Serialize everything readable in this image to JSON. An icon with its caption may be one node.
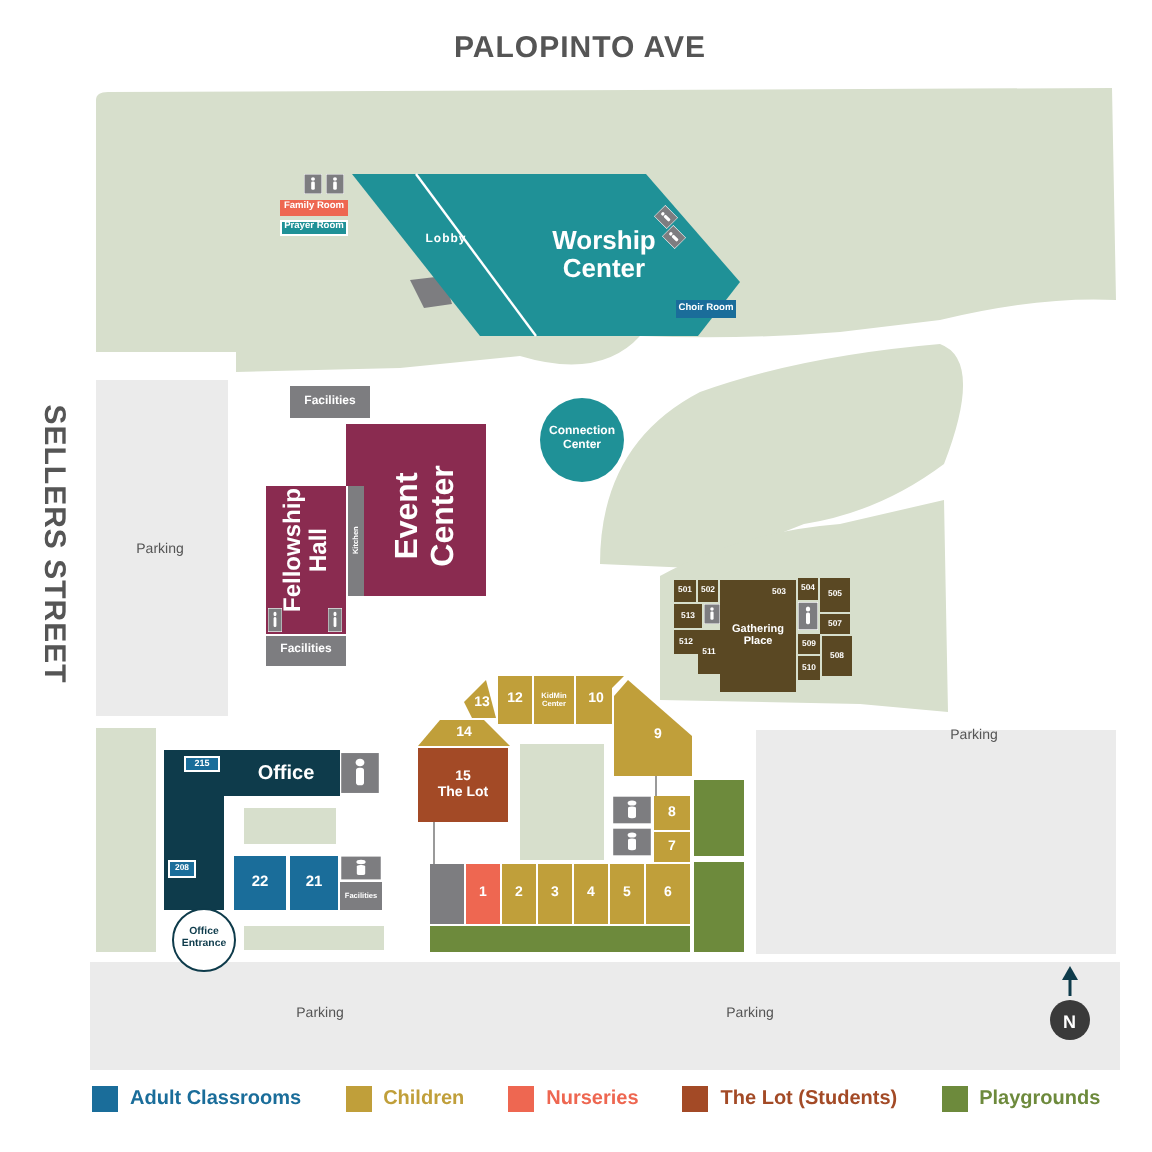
{
  "diagram": {
    "nodes": [
      {
        "text": [
          "Worship Center"
        ]
      },
      {
        "text": [
          "Family Room"
        ]
      },
      {
        "text": [
          "Prayer Room"
        ]
      },
      {
        "text": [
          "Choir Room"
        ],
        "in": 0
      },
      {
        "text": [
          "Facilities"
        ]
      },
      {
        "text": [
          "Connection Center"
        ]
      },
      {
        "text": [
          "Event Center"
        ]
      },
      {
        "text": [
          "Fellowship Hall"
        ]
      },
      {
        "text": [
          "Kitchen"
        ]
      },
      {
        "text": [
          "Facilities"
        ]
      },
      {
        "text": [
          "Gathering Place"
        ]
      },
      {
        "text": [
          "501"
        ]
      },
      {
        "text": [
          "502"
        ]
      },
      {
        "text": [
          "503"
        ],
        "in": 10
      },
      {
        "text": [
          "504"
        ]
      },
      {
        "text": [
          "505"
        ]
      },
      {
        "text": [
          "513"
        ]
      },
      {
        "text": [
          "507"
        ]
      },
      {
        "text": [
          "512"
        ]
      },
      {
        "text": [
          "509"
        ]
      },
      {
        "text": [
          "508"
        ]
      },
      {
        "text": [
          "511"
        ]
      },
      {
        "text": [
          "510"
        ]
      },
      {
        "text": [
          "14"
        ]
      },
      {
        "text": [
          "13"
        ]
      },
      {
        "text": [
          "12"
        ]
      },
      {
        "text": [
          "KidMin Center"
        ]
      },
      {
        "text": [
          "10"
        ]
      },
      {
        "text": [
          "9"
        ]
      },
      {
        "text": [
          "Office"
        ]
      },
      {
        "text": [
          "215"
        ],
        "in": 29
      },
      {
        "text": [
          "15",
          "The Lot"
        ]
      },
      {
        "text": [
          "8"
        ]
      },
      {
        "text": [
          "7"
        ]
      },
      {
        "text": [],
        "shape": "box"
      },
      {
        "text": [
          "1"
        ]
      },
      {
        "text": [
          "2"
        ]
      },
      {
        "text": [
          "3"
        ]
      },
      {
        "text": [
          "4"
        ]
      },
      {
        "text": [
          "5"
        ]
      },
      {
        "text": [
          "6"
        ]
      },
      {
        "text": [
          "208"
        ],
        "in": 29
      },
      {
        "text": [
          "22"
        ]
      },
      {
        "text": [
          "21"
        ]
      },
      {
        "text": [
          "Facilities"
        ]
      },
      {
        "text": [
          "Office Entrance"
        ]
      },
      {
        "text": [],
        "shape": "box"
      },
      {
        "text": [],
        "shape": "box"
      },
      {
        "text": [],
        "shape": "box"
      }
    ],
    "edges": [
      {
        "from": 31,
        "to": 34,
        "arrow": "none"
      },
      {
        "from": 28,
        "to": 32,
        "arrow": "none"
      }
    ],
    "labels": [
      "PALOPINTO AVE",
      "Lobby",
      "SELLERS STREET",
      "Parking",
      "Parking",
      "Parking",
      "Parking",
      "N"
    ],
    "legend": [
      {
        "text": "Adult Classrooms",
        "color": "#1a6d9a"
      },
      {
        "text": "Children",
        "color": "#c09f3a"
      },
      {
        "text": "Nurseries",
        "color": "#ee6751"
      },
      {
        "text": "The Lot (Students)",
        "color": "#a34a26"
      },
      {
        "text": "Playgrounds",
        "color": "#6d8a3c"
      }
    ]
  }
}
